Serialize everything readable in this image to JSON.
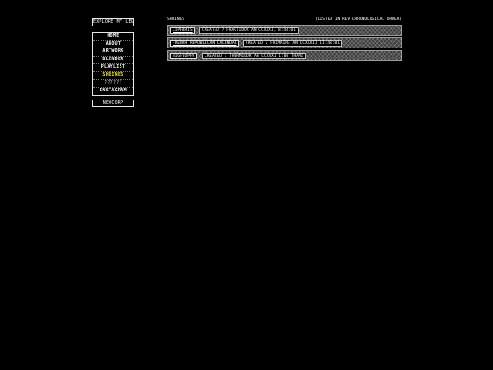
{
  "sidebar": {
    "header_label": "EXPLORE MY LEGR",
    "nav": [
      {
        "label": "HOME",
        "state": "normal"
      },
      {
        "label": "ABOUT",
        "state": "normal"
      },
      {
        "label": "ARTWORK",
        "state": "normal"
      },
      {
        "label": "BLENDER",
        "state": "normal"
      },
      {
        "label": "PLAYLIST",
        "state": "normal"
      },
      {
        "label": "SHRINES",
        "state": "active"
      },
      {
        "label": "??????",
        "state": "ghost"
      },
      {
        "label": "INSTAGRAM",
        "state": "normal"
      }
    ],
    "footer_label": "NEOCORP"
  },
  "main": {
    "title": "SHRINES",
    "note": "(LISTED IN REV-CHRONOLOGICAL ORDER)",
    "shrines": [
      {
        "name": "CIPHERIS",
        "info": "CREATED 7 FRACTIDOR AN CCXXXI, 8:44:01"
      },
      {
        "name": "FRENCH REPUBLICAN CALENDAR",
        "info": "CREATED 2 FRIMAIRE AN CCXXXII 11:48:01"
      },
      {
        "name": "BIGFLOPPA",
        "info": "CREATED 1 THERMIDOR AN CCXXXI 1:08 THAMI"
      }
    ]
  },
  "colors": {
    "background": "#000000",
    "text": "#ffffff",
    "active_nav": "#f3e24a",
    "border": "#e6e6e6"
  }
}
